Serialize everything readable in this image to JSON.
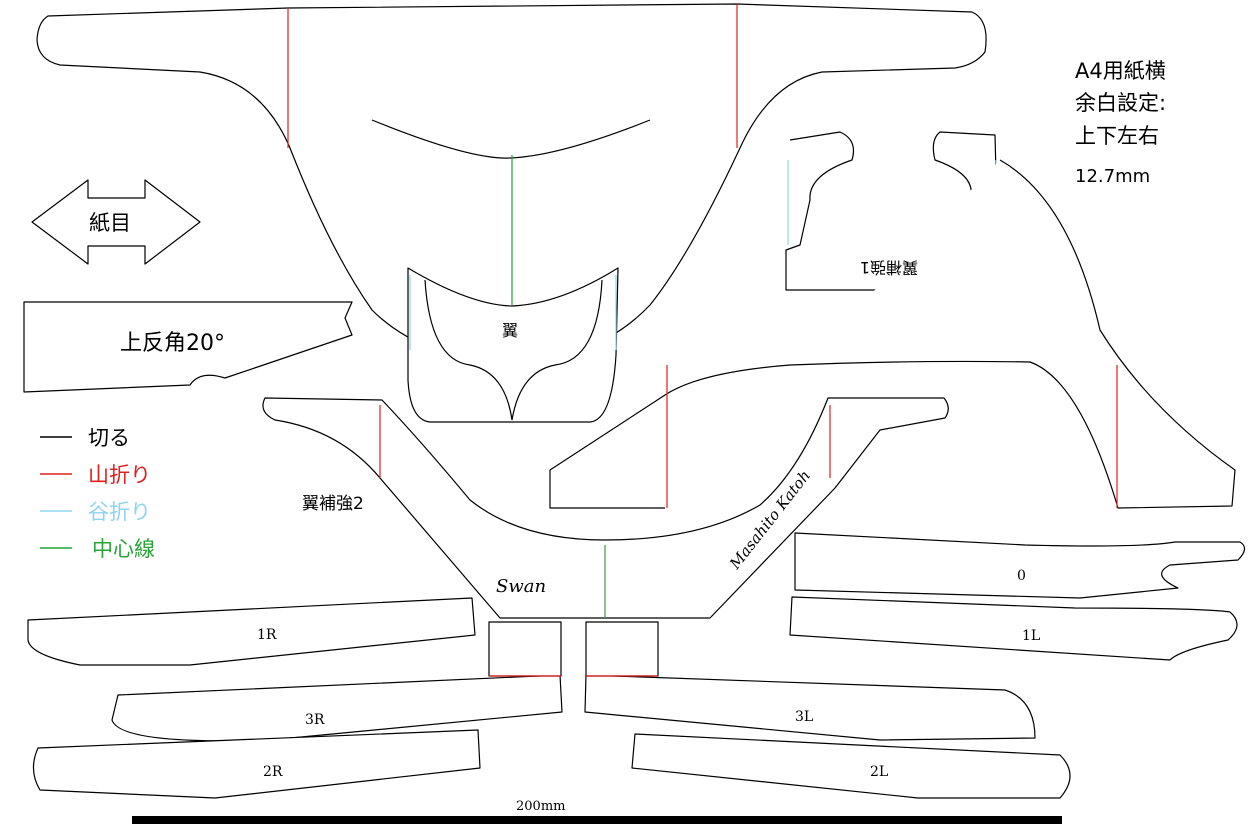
{
  "paper_note": [
    "A4用紙横",
    "余白設定:",
    "上下左右",
    "12.7mm"
  ],
  "grain_label": "紙目",
  "dihedral_label": "上反角20°",
  "legend": [
    {
      "label": "切る",
      "color": "#000000"
    },
    {
      "label": "山折り",
      "color": "#e02020"
    },
    {
      "label": "谷折り",
      "color": "#8fd4ee"
    },
    {
      "label": "中心線",
      "color": "#2aa43a"
    }
  ],
  "parts": {
    "wing": "翼",
    "wing_reinforcement_1": "翼補強1",
    "wing_reinforcement_2": "翼補強2",
    "fuselage": [
      "0",
      "1R",
      "1L",
      "3R",
      "3L",
      "2R",
      "2L"
    ]
  },
  "signature": "Masahito Katoh",
  "logo": "Swan",
  "scale_label": "200mm"
}
